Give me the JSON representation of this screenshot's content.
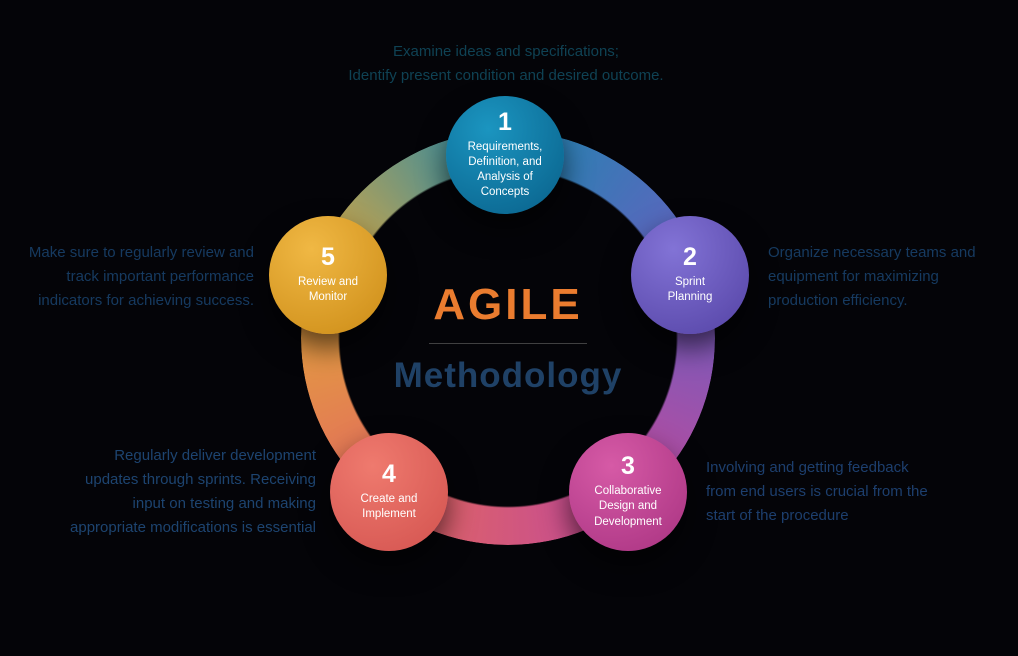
{
  "colors": {
    "background": "#040408",
    "title_main": "#ea7c2f",
    "title_sub": "#1f4166",
    "divider": "#5a5a5a"
  },
  "center": {
    "title": "AGILE",
    "subtitle": "Methodology"
  },
  "ring": {
    "colors": [
      "#1e87ae",
      "#6a5ec2",
      "#c2499a",
      "#e2675f",
      "#e4a93a"
    ]
  },
  "steps": [
    {
      "number": "1",
      "label": "Requirements,\nDefinition, and\nAnalysis of\nConcepts",
      "color_light": "#1b95c0",
      "color_dark": "#0c6a94",
      "description": "Examine ideas and specifications;\nIdentify present condition and desired outcome.",
      "desc_color": "#0f4254"
    },
    {
      "number": "2",
      "label": "Sprint\nPlanning",
      "color_light": "#8273d6",
      "color_dark": "#5d4cae",
      "description": "Organize necessary teams and\nequipment for maximizing\nproduction efficiency.",
      "desc_color": "#163a60"
    },
    {
      "number": "3",
      "label": "Collaborative\nDesign and\nDevelopment",
      "color_light": "#d65aa6",
      "color_dark": "#b13a88",
      "description": "Involving and getting feedback\nfrom end users is crucial from the\nstart of the procedure",
      "desc_color": "#1d3f6e"
    },
    {
      "number": "4",
      "label": "Create and\nImplement",
      "color_light": "#ef7a6e",
      "color_dark": "#d85a55",
      "description": "Regularly deliver development\nupdates through sprints. Receiving\ninput on testing and making\nappropriate modifications is essential",
      "desc_color": "#1d4470"
    },
    {
      "number": "5",
      "label": "Review and\nMonitor",
      "color_light": "#f0b844",
      "color_dark": "#d3941f",
      "description": "Make sure to regularly review and\ntrack important performance\nindicators for achieving success.",
      "desc_color": "#163a60"
    }
  ]
}
